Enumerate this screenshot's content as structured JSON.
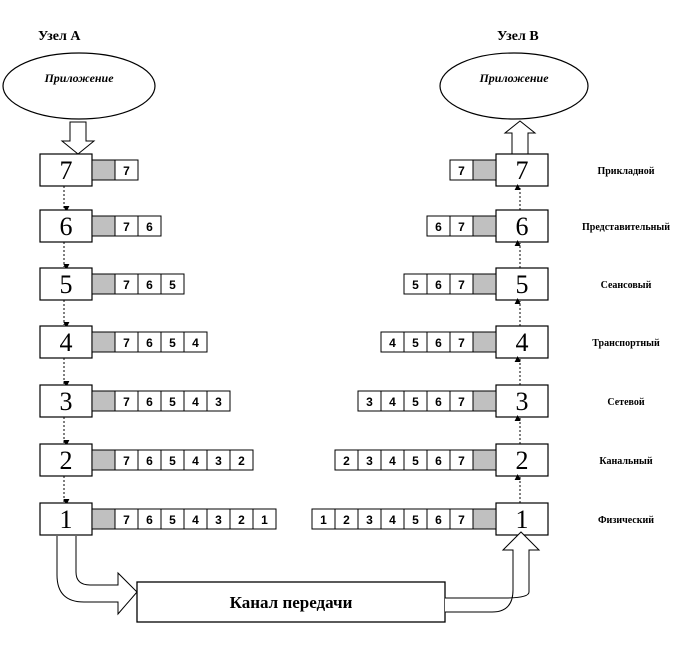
{
  "node_a": {
    "title": "Узел A",
    "app_label": "Приложение"
  },
  "node_b": {
    "title": "Узел B",
    "app_label": "Приложение"
  },
  "channel_label": "Канал передачи",
  "layers": [
    {
      "num": "7",
      "name": "Прикладной"
    },
    {
      "num": "6",
      "name": "Представительный"
    },
    {
      "num": "5",
      "name": "Сеансовый"
    },
    {
      "num": "4",
      "name": "Транспортный"
    },
    {
      "num": "3",
      "name": "Сетевой"
    },
    {
      "num": "2",
      "name": "Канальный"
    },
    {
      "num": "1",
      "name": "Физический"
    }
  ],
  "colors": {
    "header_cell": "#c0c0c0",
    "line": "#000000"
  }
}
